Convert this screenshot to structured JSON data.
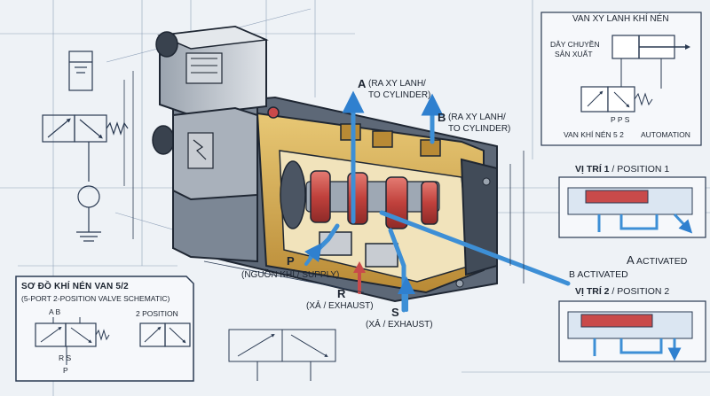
{
  "port_labels": {
    "a_letter": "A",
    "a_desc": "(RA XY LANH/",
    "a_desc2": "TO CYLINDER)",
    "b_letter": "B",
    "b_desc": "(RA XY LANH/",
    "b_desc2": "TO CYLINDER)",
    "p_letter": "P",
    "p_desc": "(NGUỒN KHÍ / SUPPLY)",
    "r_letter": "R",
    "r_desc": "(XẢ / EXHAUST)",
    "s_letter": "S",
    "s_desc": "(XẢ / EXHAUST)"
  },
  "inset": {
    "title": "VAN  XY LANH KHÍ NÉN",
    "line_label_1": "DÂY CHUYỀN",
    "line_label_2": "SẢN XUẤT",
    "ports": "P P S",
    "valve_label": "VAN KHÍ NÉN 5 2",
    "automation": "AUTOMATION"
  },
  "positions": {
    "pos1_bold": "VỊ TRÍ 1",
    "pos1_rest": " / POSITION 1",
    "a_activated_letter": "A",
    "a_activated_text": " ACTIVATED",
    "b_activated": "B ACTIVATED",
    "pos2_bold": "VỊ TRÍ 2",
    "pos2_rest": " / POSITION 2"
  },
  "schematic": {
    "title": "SƠ ĐỒ KHÍ NÉN VAN 5/2",
    "subtitle": "(5-PORT 2-POSITION VALVE SCHEMATIC)",
    "a_b": "A   B",
    "two_position": "2 POSITION",
    "r_s": "R  S",
    "p": "P"
  },
  "colors": {
    "paper": "#eef2f6",
    "ink": "#2a3a52",
    "air_blue": "#3d8fd6",
    "spool_red": "#c94a4a",
    "body_gold": "#d9b25a",
    "coil_grey": "#c8ccd2"
  }
}
